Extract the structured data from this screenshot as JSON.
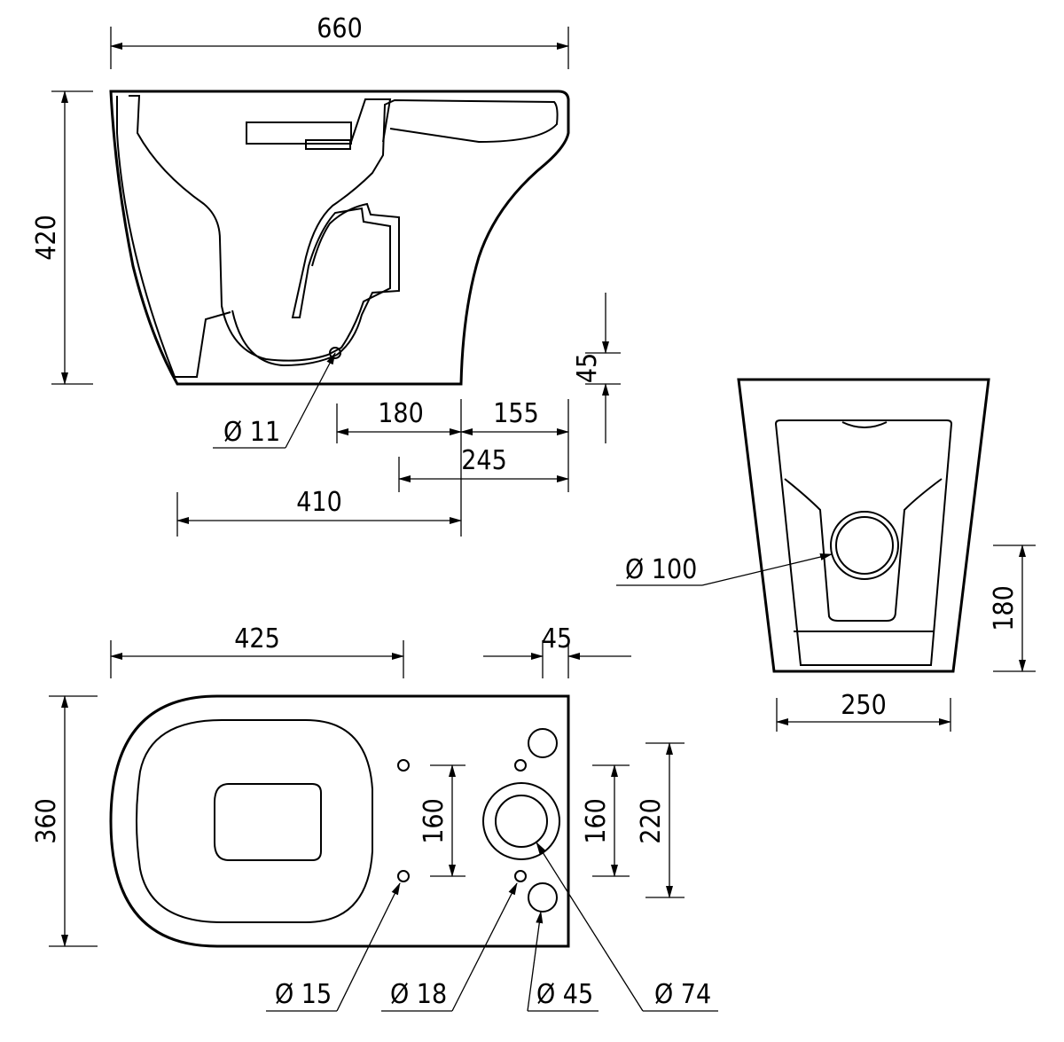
{
  "dimensions": {
    "side_width": "660",
    "side_height": "420",
    "side_outlet_height": "45",
    "side_dia_small": "Ø 11",
    "side_180": "180",
    "side_155": "155",
    "side_245": "245",
    "side_410": "410",
    "rear_outlet_dia": "Ø 100",
    "rear_height": "180",
    "rear_width": "250",
    "top_425": "425",
    "top_45": "45",
    "top_360": "360",
    "top_160_left": "160",
    "top_160_right": "160",
    "top_220": "220",
    "top_dia_15": "Ø 15",
    "top_dia_18": "Ø 18",
    "top_dia_45": "Ø 45",
    "top_dia_74": "Ø 74"
  }
}
